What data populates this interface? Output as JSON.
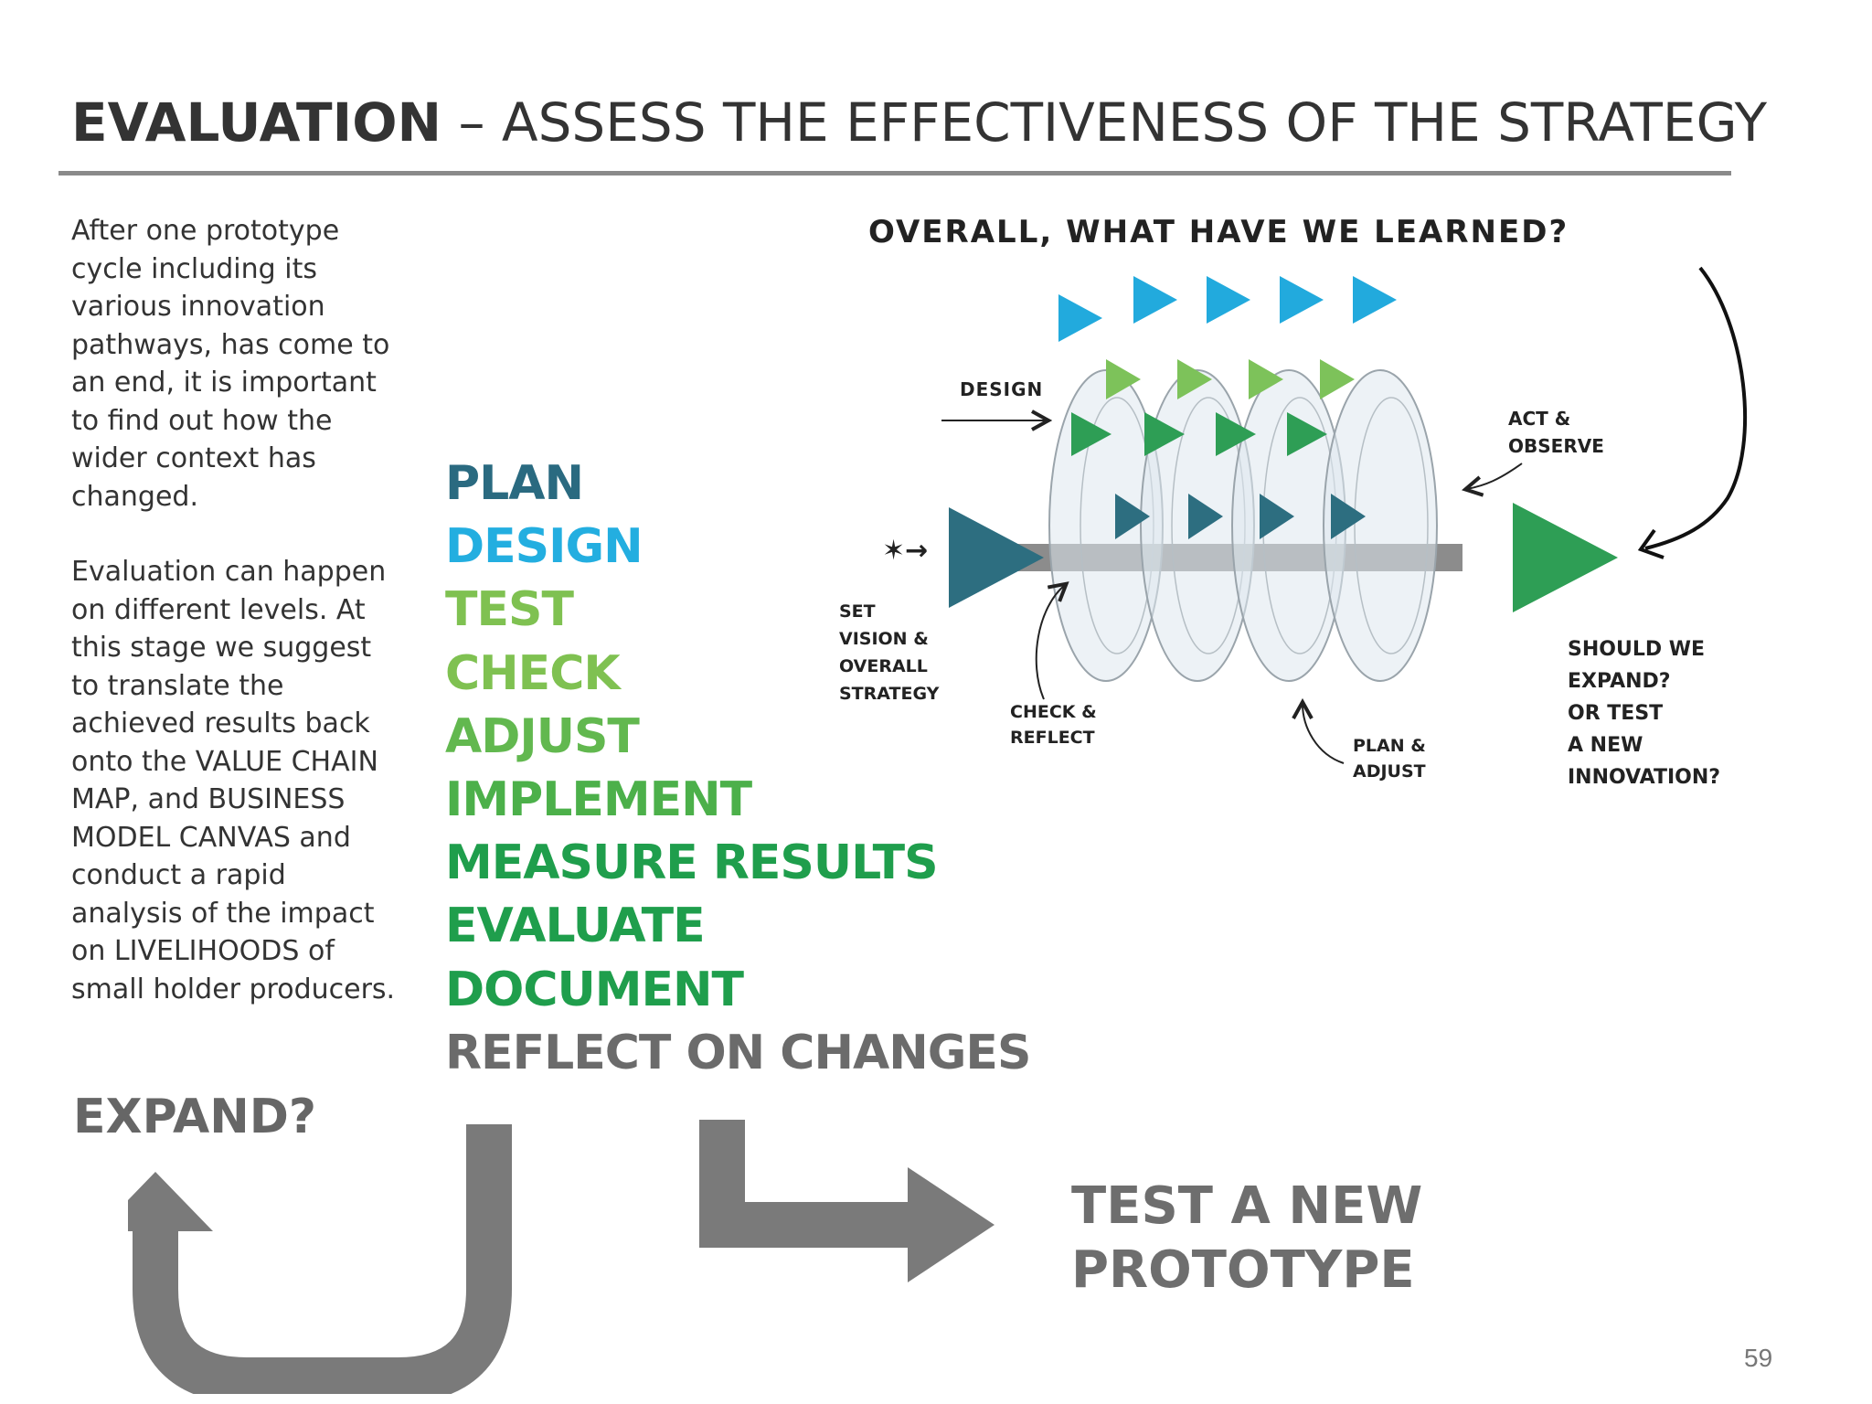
{
  "title": {
    "bold": "EVALUATION",
    "rest": " – ASSESS THE EFFECTIVENESS OF THE STRATEGY"
  },
  "intro": {
    "p1": "After one prototype cycle including its various innovation pathways, has come to an end, it is important to find out how the wider context has changed.",
    "p2": "Evaluation can happen on different levels. At this stage we suggest to translate the achieved results back onto the VALUE CHAIN MAP, and BUSINESS MODEL CANVAS and conduct a rapid analysis of the impact on LIVELIHOODS of small holder producers."
  },
  "steps": [
    {
      "label": "PLAN",
      "color": "#2a6a80"
    },
    {
      "label": "DESIGN",
      "color": "#23aee0"
    },
    {
      "label": "TEST",
      "color": "#7fc151"
    },
    {
      "label": "CHECK",
      "color": "#7fc151"
    },
    {
      "label": "ADJUST",
      "color": "#62b84f"
    },
    {
      "label": "IMPLEMENT",
      "color": "#4cb04a"
    },
    {
      "label": "MEASURE RESULTS",
      "color": "#1f9e4c"
    },
    {
      "label": "EVALUATE",
      "color": "#1f9e4c"
    },
    {
      "label": "DOCUMENT",
      "color": "#1f9e4c"
    },
    {
      "label": "REFLECT ON CHANGES",
      "color": "#6b6b6b"
    }
  ],
  "expand_label": "EXPAND?",
  "test_new": {
    "line1": "TEST A NEW",
    "line2": "PROTOTYPE"
  },
  "page_number": "59",
  "diagram": {
    "heading": "OVERALL, WHAT HAVE WE LEARNED?",
    "design": "DESIGN",
    "act1": "ACT &",
    "act2": "OBSERVE",
    "set1": "SET",
    "set2": "VISION &",
    "set3": "OVERALL",
    "set4": "STRATEGY",
    "check1": "CHECK &",
    "check2": "REFLECT",
    "plan1": "PLAN &",
    "plan2": "ADJUST",
    "should1": "SHOULD WE",
    "should2": "EXPAND?",
    "should3": "OR TEST",
    "should4": "A NEW",
    "should5": "INNOVATION?"
  },
  "colors": {
    "dark_teal": "#2d6e80",
    "cyan": "#22aadd",
    "light_green": "#7dc25a",
    "green": "#2e9e55",
    "gray_arrow": "#7a7a7a",
    "bar_gray": "#8c8c8c",
    "loop_fill": "#dfe8ef"
  }
}
